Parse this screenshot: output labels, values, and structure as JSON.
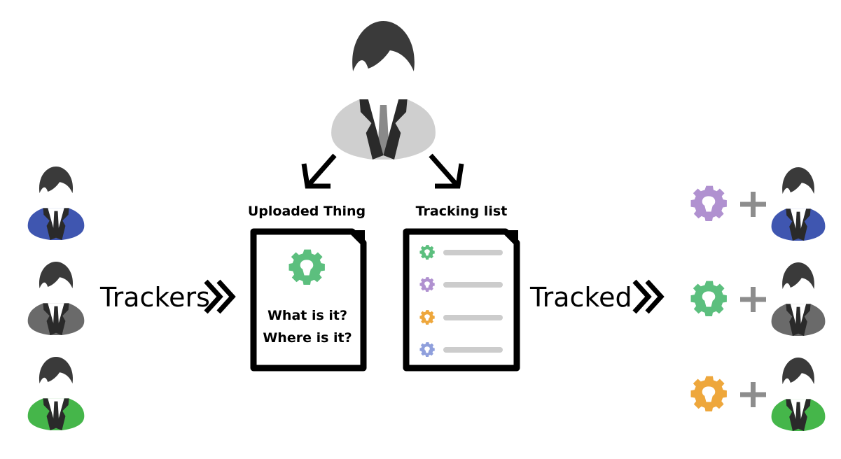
{
  "labels": {
    "uploaded_thing": "Uploaded Thing",
    "tracking_list": "Tracking list",
    "trackers": "Trackers",
    "tracked": "Tracked",
    "what_is_it": "What is it?",
    "where_is_it": "Where is it?",
    "plus": "+"
  },
  "colors": {
    "hair": "#3a3a3a",
    "jacket_dark": "#2a2a2a",
    "shirt_white": "#ffffff",
    "suit_top_person": "#cfcfcf",
    "tie_top_person": "#8a8a8a",
    "suit_blue": "#3f56b0",
    "suit_gray": "#6a6a6a",
    "suit_green": "#45b64a",
    "gear_green": "#5cbf7e",
    "gear_purple": "#b091d0",
    "gear_orange": "#eea73c",
    "gear_blue": "#8f9fdc",
    "list_line": "#cccccc",
    "plus_gray": "#8d8d8d"
  },
  "people": {
    "top": {
      "name": "central-person",
      "suit": "suit_top_person",
      "tie": "tie_top_person"
    },
    "trackers": [
      {
        "name": "tracker-blue",
        "suit": "suit_blue"
      },
      {
        "name": "tracker-gray",
        "suit": "suit_gray"
      },
      {
        "name": "tracker-green",
        "suit": "suit_green"
      }
    ],
    "tracked": [
      {
        "name": "tracked-pair-purple",
        "gear": "gear_purple",
        "suit": "suit_blue"
      },
      {
        "name": "tracked-pair-green",
        "gear": "gear_green",
        "suit": "suit_gray"
      },
      {
        "name": "tracked-pair-orange",
        "gear": "gear_orange",
        "suit": "suit_green"
      }
    ]
  },
  "tracking_list_items": [
    {
      "gear": "gear_green"
    },
    {
      "gear": "gear_purple"
    },
    {
      "gear": "gear_orange"
    },
    {
      "gear": "gear_blue"
    }
  ],
  "icons": {
    "person": "person-icon",
    "gear": "open-source-gear-icon",
    "document": "document-icon",
    "arrow": "arrow-icon",
    "double_chevron": "double-chevron-icon",
    "plus": "plus-icon"
  }
}
